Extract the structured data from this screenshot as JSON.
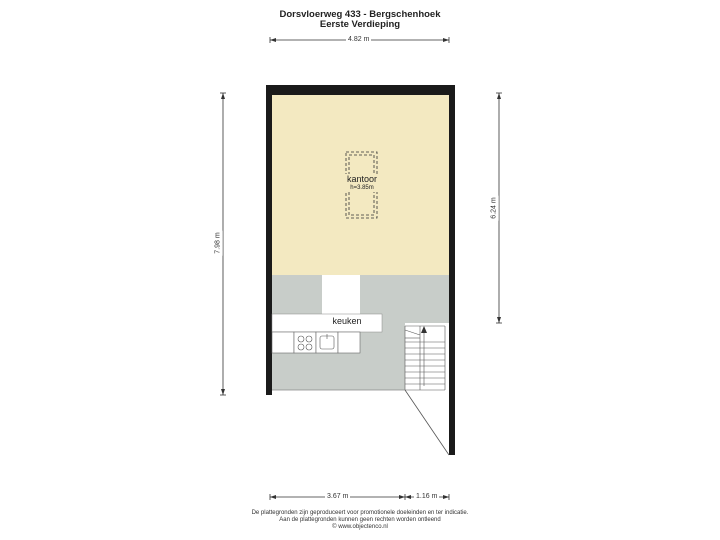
{
  "header": {
    "address": "Dorsvloerweg 433 - Bergschenhoek",
    "floor": "Eerste Verdieping"
  },
  "dimensions": {
    "top_width": "4.82 m",
    "left_height": "7.98 m",
    "right_height": "6.24 m",
    "bottom_left": "3.67 m",
    "bottom_right": "1.16 m"
  },
  "rooms": {
    "office": {
      "name": "kantoor",
      "height": "h=3.85m",
      "color": "#f3e9c1"
    },
    "kitchen": {
      "name": "keuken",
      "color": "#c8cdc9"
    }
  },
  "footer": {
    "line1": "De plattegronden zijn geproduceert voor promotionele doeleinden en ter indicatie.",
    "line2": "Aan de plattegronden kunnen geen rechten worden ontleend",
    "line3": "© www.objectenco.nl"
  }
}
